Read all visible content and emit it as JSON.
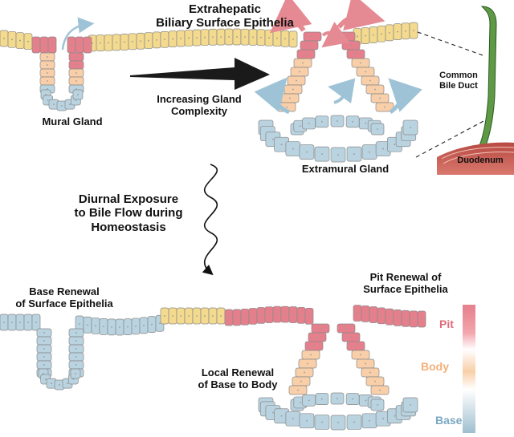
{
  "labels": {
    "surface_title": [
      "Extrahepatic",
      "Biliary Surface Epithelia"
    ],
    "mural_gland": "Mural Gland",
    "gland_complexity": [
      "Increasing Gland",
      "Complexity"
    ],
    "extramural_gland": "Extramural Gland",
    "common_bile_duct": [
      "Common",
      "Bile Duct"
    ],
    "duodenum": "Duodenum",
    "diurnal": [
      "Diurnal Exposure",
      "to Bile Flow during",
      "Homeostasis"
    ],
    "base_renewal": [
      "Base Renewal",
      "of Surface Epithelia"
    ],
    "pit_renewal": [
      "Pit Renewal of",
      "Surface Epithelia"
    ],
    "local_renewal": [
      "Local Renewal",
      "of Base to Body"
    ]
  },
  "scale": {
    "pit": "Pit",
    "body": "Body",
    "base": "Base"
  },
  "colors": {
    "pit": "#e57f8c",
    "body": "#f8cfa8",
    "base": "#b9d3e0",
    "surface": "#f3da8e",
    "bile_duct": "#5e9a45",
    "duodenum": "#c9594f",
    "arrow_blue": "#9fc3d6",
    "arrow_pink": "#e58a92"
  }
}
